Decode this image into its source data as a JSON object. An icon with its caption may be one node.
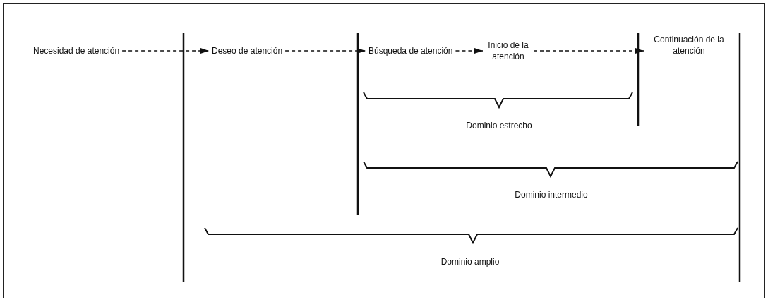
{
  "diagram": {
    "nodes": [
      {
        "text": [
          "Necesidad de atención"
        ]
      },
      {
        "text": [
          "Deseo de atención"
        ]
      },
      {
        "text": [
          "Búsqueda de atención"
        ]
      },
      {
        "text": [
          "Inicio de la atención"
        ]
      },
      {
        "text": [
          "Continuación de la atención"
        ]
      }
    ],
    "edges": [
      {
        "from": 0,
        "to": 1,
        "arrow": "to",
        "style": "dashed"
      },
      {
        "from": 1,
        "to": 2,
        "arrow": "to",
        "style": "dashed"
      },
      {
        "from": 2,
        "to": 3,
        "arrow": "to",
        "style": "dashed"
      },
      {
        "from": 3,
        "to": 4,
        "arrow": "to",
        "style": "dashed"
      }
    ],
    "labels": [
      "Dominio estrecho",
      "Dominio intermedio",
      "Dominio amplio"
    ]
  }
}
